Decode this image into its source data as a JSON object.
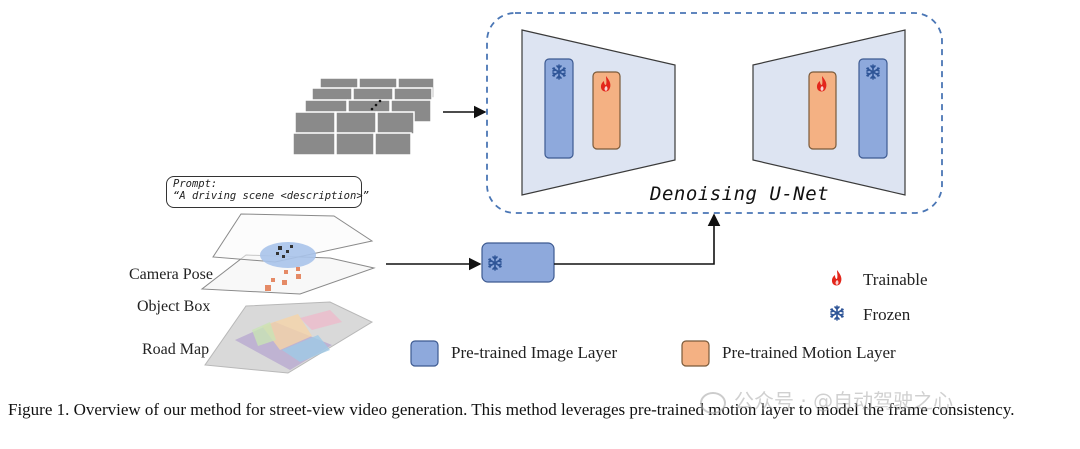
{
  "diagram": {
    "unet_label": "Denoising U-Net",
    "prompt": {
      "title": "Prompt:",
      "text": "“A driving scene <description>”"
    },
    "layers": {
      "camera_pose": "Camera Pose",
      "object_box": "Object Box",
      "road_map": "Road Map"
    },
    "legend": {
      "trainable": "Trainable",
      "frozen": "Frozen",
      "image_layer": "Pre-trained Image Layer",
      "motion_layer": "Pre-trained Motion Layer"
    },
    "icons": {
      "trainable": "fire-icon",
      "frozen": "snowflake-icon"
    },
    "colors": {
      "image_layer": "#8ea9dc",
      "motion_layer": "#f4b183",
      "unet_panel": "#dde4f2",
      "dashed_border": "#4a76b5",
      "fire": "#e3261b",
      "snowflake": "#2f5597"
    }
  },
  "caption": {
    "text": "Figure 1.  Overview of our method for street-view video generation. This method leverages pre-trained motion layer to model the frame consistency."
  },
  "watermark": {
    "text": "公众号 · @自动驾驶之心"
  }
}
